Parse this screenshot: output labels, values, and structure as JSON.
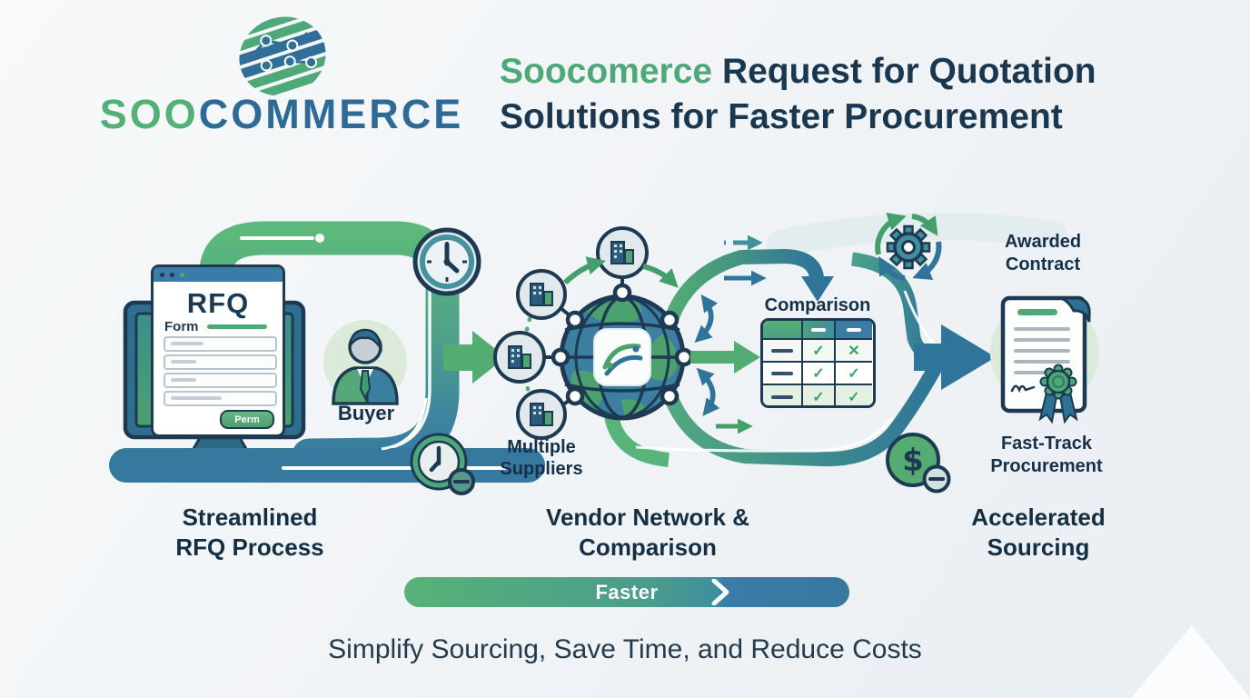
{
  "brand": {
    "logo_part1": "SOO",
    "logo_part2": "COMMERCE"
  },
  "header": {
    "title_highlight": "Soocomerce",
    "title_line1_rest": " Request for Quotation",
    "title_line2": "Solutions for Faster Procurement"
  },
  "diagram": {
    "rfq_window": {
      "title": "RFQ",
      "form_label": "Form",
      "button_label": "Perm"
    },
    "buyer_label": "Buyer",
    "suppliers_label_line1": "Multiple",
    "suppliers_label_line2": "Suppliers",
    "comparison": {
      "title": "Comparison",
      "marks": [
        [
          "check",
          "cross"
        ],
        [
          "check",
          "check"
        ],
        [
          "check",
          "check"
        ]
      ]
    },
    "awarded_line1": "Awarded",
    "awarded_line2": "Contract",
    "fasttrack_line1": "Fast-Track",
    "fasttrack_line2": "Procurement"
  },
  "stages": [
    {
      "line1": "Streamlined",
      "line2": "RFQ Process"
    },
    {
      "line1": "Vendor Network &",
      "line2": "Comparison"
    },
    {
      "line1": "Accelerated",
      "line2": "Sourcing"
    }
  ],
  "faster_label": "Faster",
  "tagline": "Simplify Sourcing, Save Time, and Reduce Costs",
  "icons": {
    "check": "✓",
    "cross": "✕",
    "dollar": "$"
  },
  "colors": {
    "green": "#4FAE79",
    "teal": "#3F8F9D",
    "blue": "#2F7499",
    "navy": "#1D3A52"
  }
}
